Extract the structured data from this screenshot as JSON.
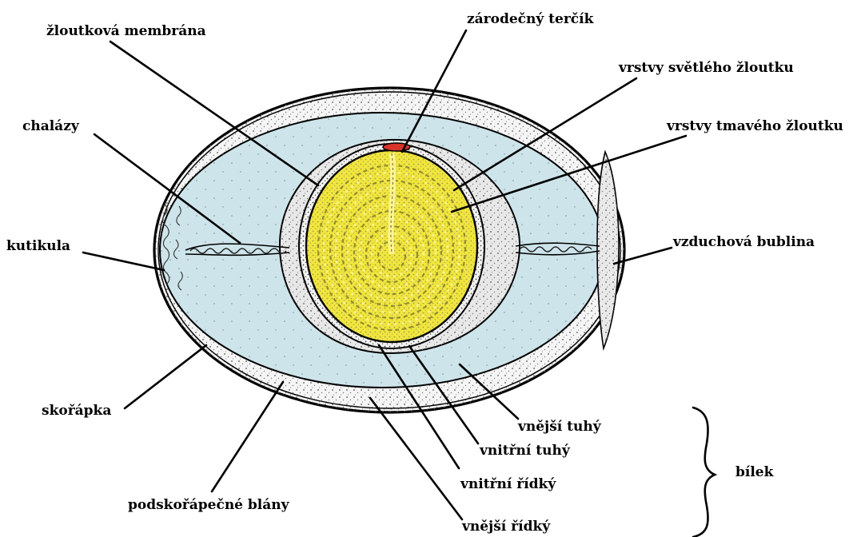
{
  "labels": {
    "germinal_disc": "zárodečný terčík",
    "yolk_membrane": "žloutková membrána",
    "light_yolk_layers": "vrstvy světlého žloutku",
    "dark_yolk_layers": "vrstvy tmavého žloutku",
    "chalazae": "chalázy",
    "cuticle": "kutikula",
    "air_cell": "vzduchová bublina",
    "shell": "skořápka",
    "shell_membranes": "podskořápečné blány",
    "outer_thick_albumen": "vnější tuhý",
    "inner_thick_albumen": "vnitřní tuhý",
    "inner_thin_albumen": "vnitřní řídký",
    "outer_thin_albumen": "vnější řídký",
    "albumen": "bílek"
  },
  "colors": {
    "albumen": "#cde4ea",
    "shell_membrane_band": "#ececec",
    "yolk": "#f1e640",
    "yolk_dark": "#7d7a2a",
    "germinal_disc": "#d8342a",
    "outline": "#000000"
  }
}
